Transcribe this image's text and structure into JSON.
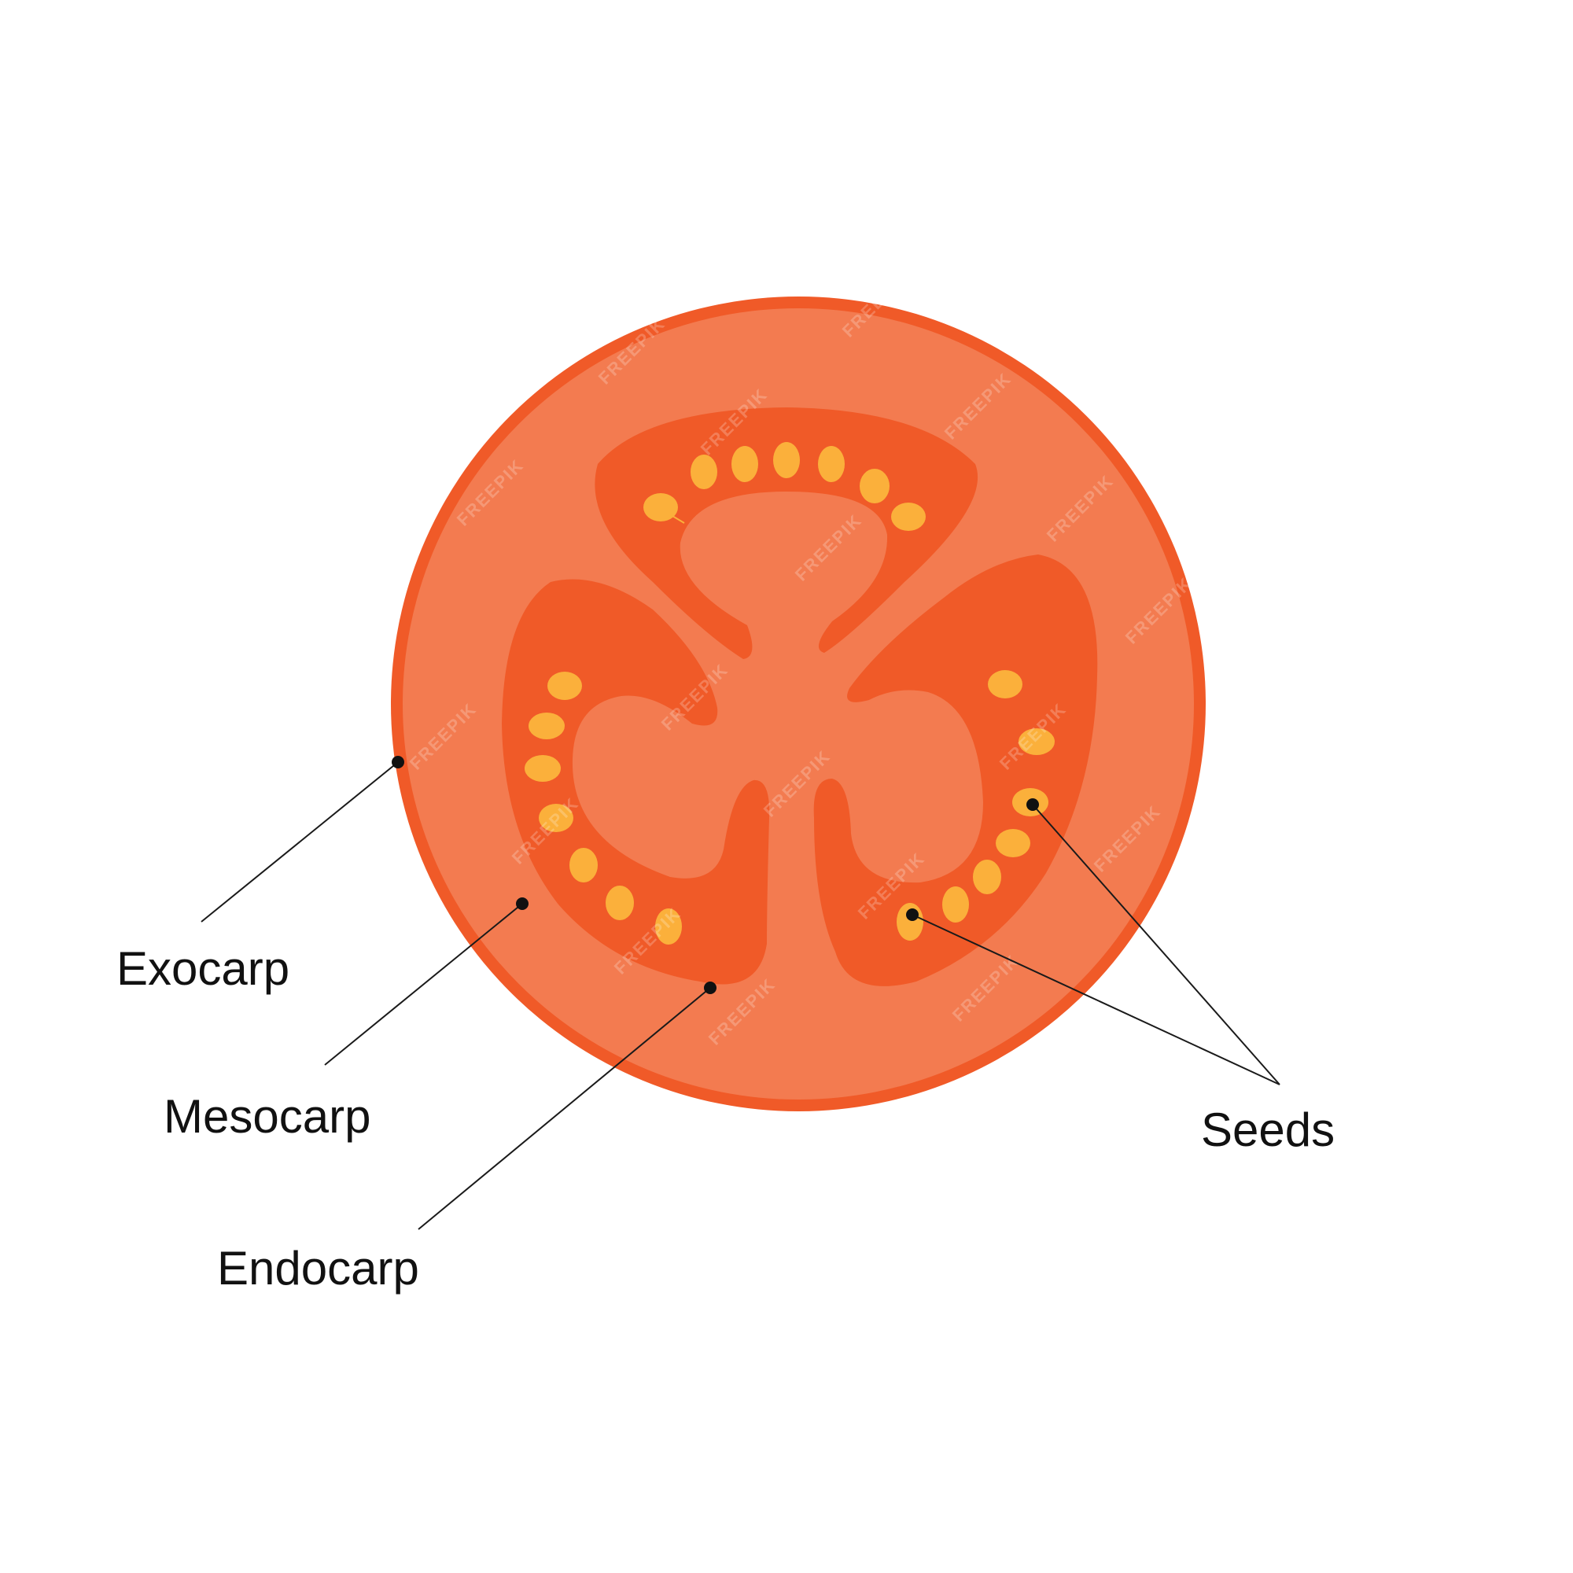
{
  "labels": {
    "exocarp": "Exocarp",
    "mesocarp": "Mesocarp",
    "endocarp": "Endocarp",
    "seeds": "Seeds"
  },
  "watermark": "FREEPIK",
  "colors": {
    "exocarp": "#f05a28",
    "mesocarp": "#f37b50",
    "locule": "#f05a28",
    "seed": "#fbb03b",
    "background": "#ffffff"
  }
}
